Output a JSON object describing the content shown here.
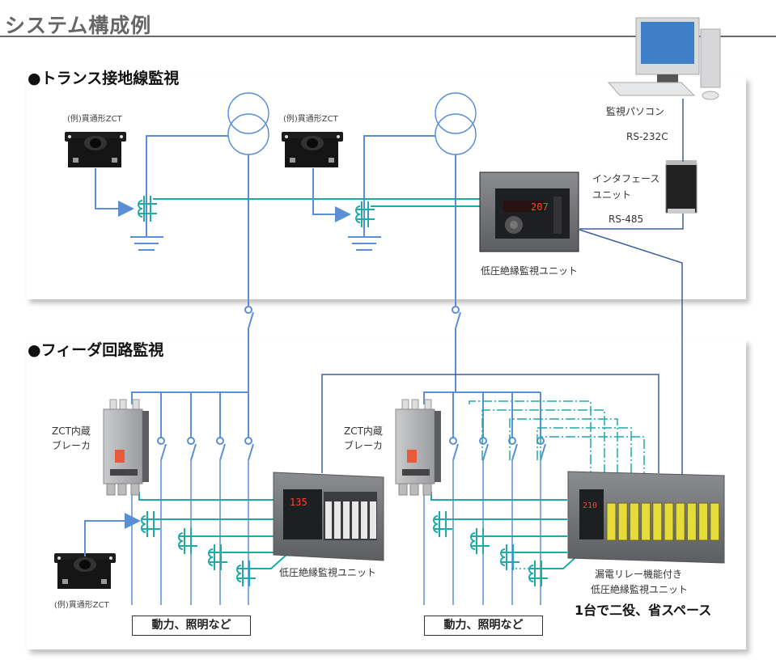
{
  "title": "システム構成例",
  "sections": {
    "transformer": {
      "heading": "●トランス接地線監視"
    },
    "feeder": {
      "heading": "●フィーダ回路監視"
    }
  },
  "labels": {
    "zct_example": "(例)貫通形ZCT",
    "pc": "監視パソコン",
    "rs232c": "RS-232C",
    "interface_unit_l1": "インタフェース",
    "interface_unit_l2": "ユニット",
    "rs485": "RS-485",
    "insulation_unit": "低圧絶縁監視ユニット",
    "breaker_l1": "ZCT内蔵",
    "breaker_l2": "ブレーカ",
    "loads": "動力、照明など",
    "relay_unit_l1": "漏電リレー機能付き",
    "relay_unit_l2": "低圧絶縁監視ユニット",
    "tagline": "1台で二役、省スペース"
  },
  "displays": {
    "unit_top": "207",
    "unit_feeder1": "135",
    "unit_feeder2": "210"
  },
  "colors": {
    "power_line": "#5a8fd6",
    "signal_line": "#1fa9a9",
    "comm_line": "#3d5f9a"
  }
}
